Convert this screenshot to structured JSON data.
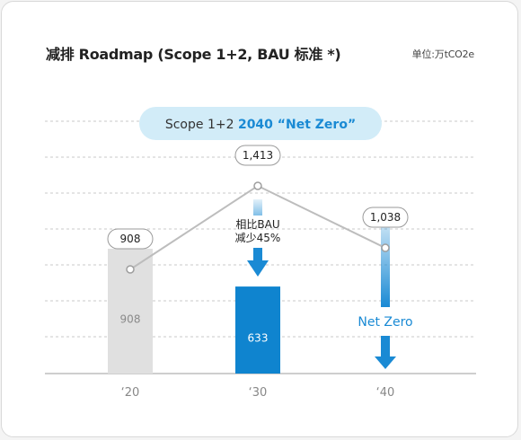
{
  "chart_data": {
    "type": "bar",
    "title": "减排 Roadmap (Scope 1+2, BAU 标准 *)",
    "unit": "单位:万tCO2e",
    "categories": [
      "'20",
      "'30",
      "'40"
    ],
    "category_labels": [
      "‘20",
      "‘30",
      "‘40"
    ],
    "series": [
      {
        "values": [
          908,
          633,
          0
        ],
        "value_labels": [
          "908",
          "633",
          ""
        ]
      },
      {
        "values": [
          908,
          1413,
          1038
        ],
        "value_labels": [
          "908",
          "1,413",
          "1,038"
        ]
      }
    ],
    "banner": {
      "prefix": "Scope 1+2 ",
      "highlight": "2040 “Net Zero”"
    },
    "annotations": {
      "reduction": [
        "相比BAU",
        "减少45%"
      ],
      "net_zero": "Net Zero"
    },
    "colors": {
      "bar_2020": "#e0e0e0",
      "bar_2030": "#0f84cf",
      "accent": "#1a8ad4",
      "line": "#bdbdbd",
      "banner_bg": "#d2ecf8",
      "grid": "#c8c8c8"
    },
    "grid": true
  }
}
